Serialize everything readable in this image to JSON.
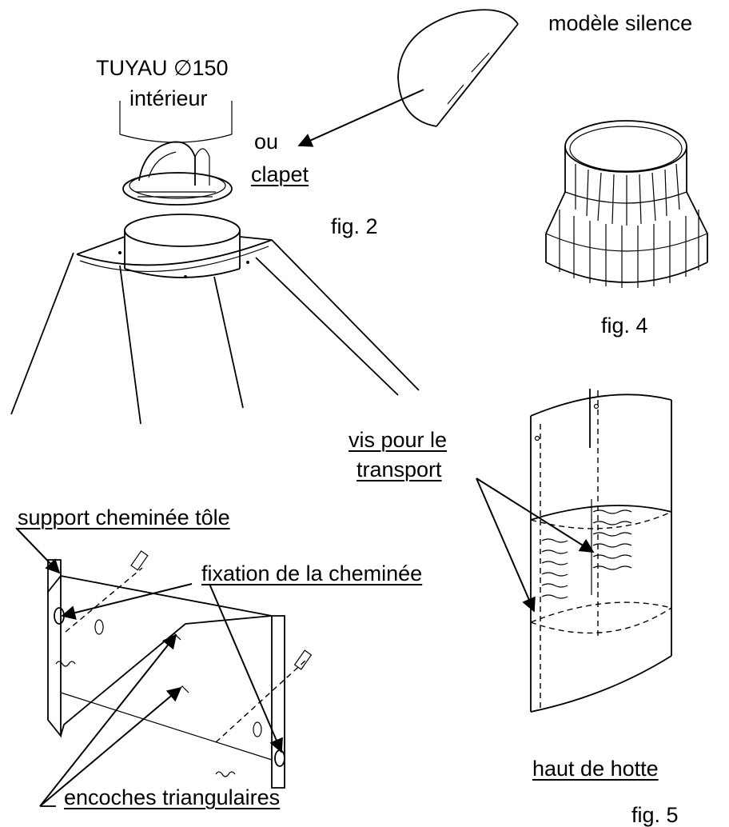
{
  "labels": {
    "modele_silence": "modèle silence",
    "tuyau": "TUYAU ∅150",
    "interieur": "intérieur",
    "ou": "ou",
    "clapet": "clapet",
    "fig2": "fig. 2",
    "fig4": "fig. 4",
    "vis_transport_1": "vis pour le",
    "vis_transport_2": "transport",
    "support_cheminee": "support cheminée tôle",
    "fixation": "fixation de la cheminée",
    "encoches": "encoches triangulaires",
    "haut_hotte": "haut de hotte",
    "fig5": "fig. 5"
  }
}
